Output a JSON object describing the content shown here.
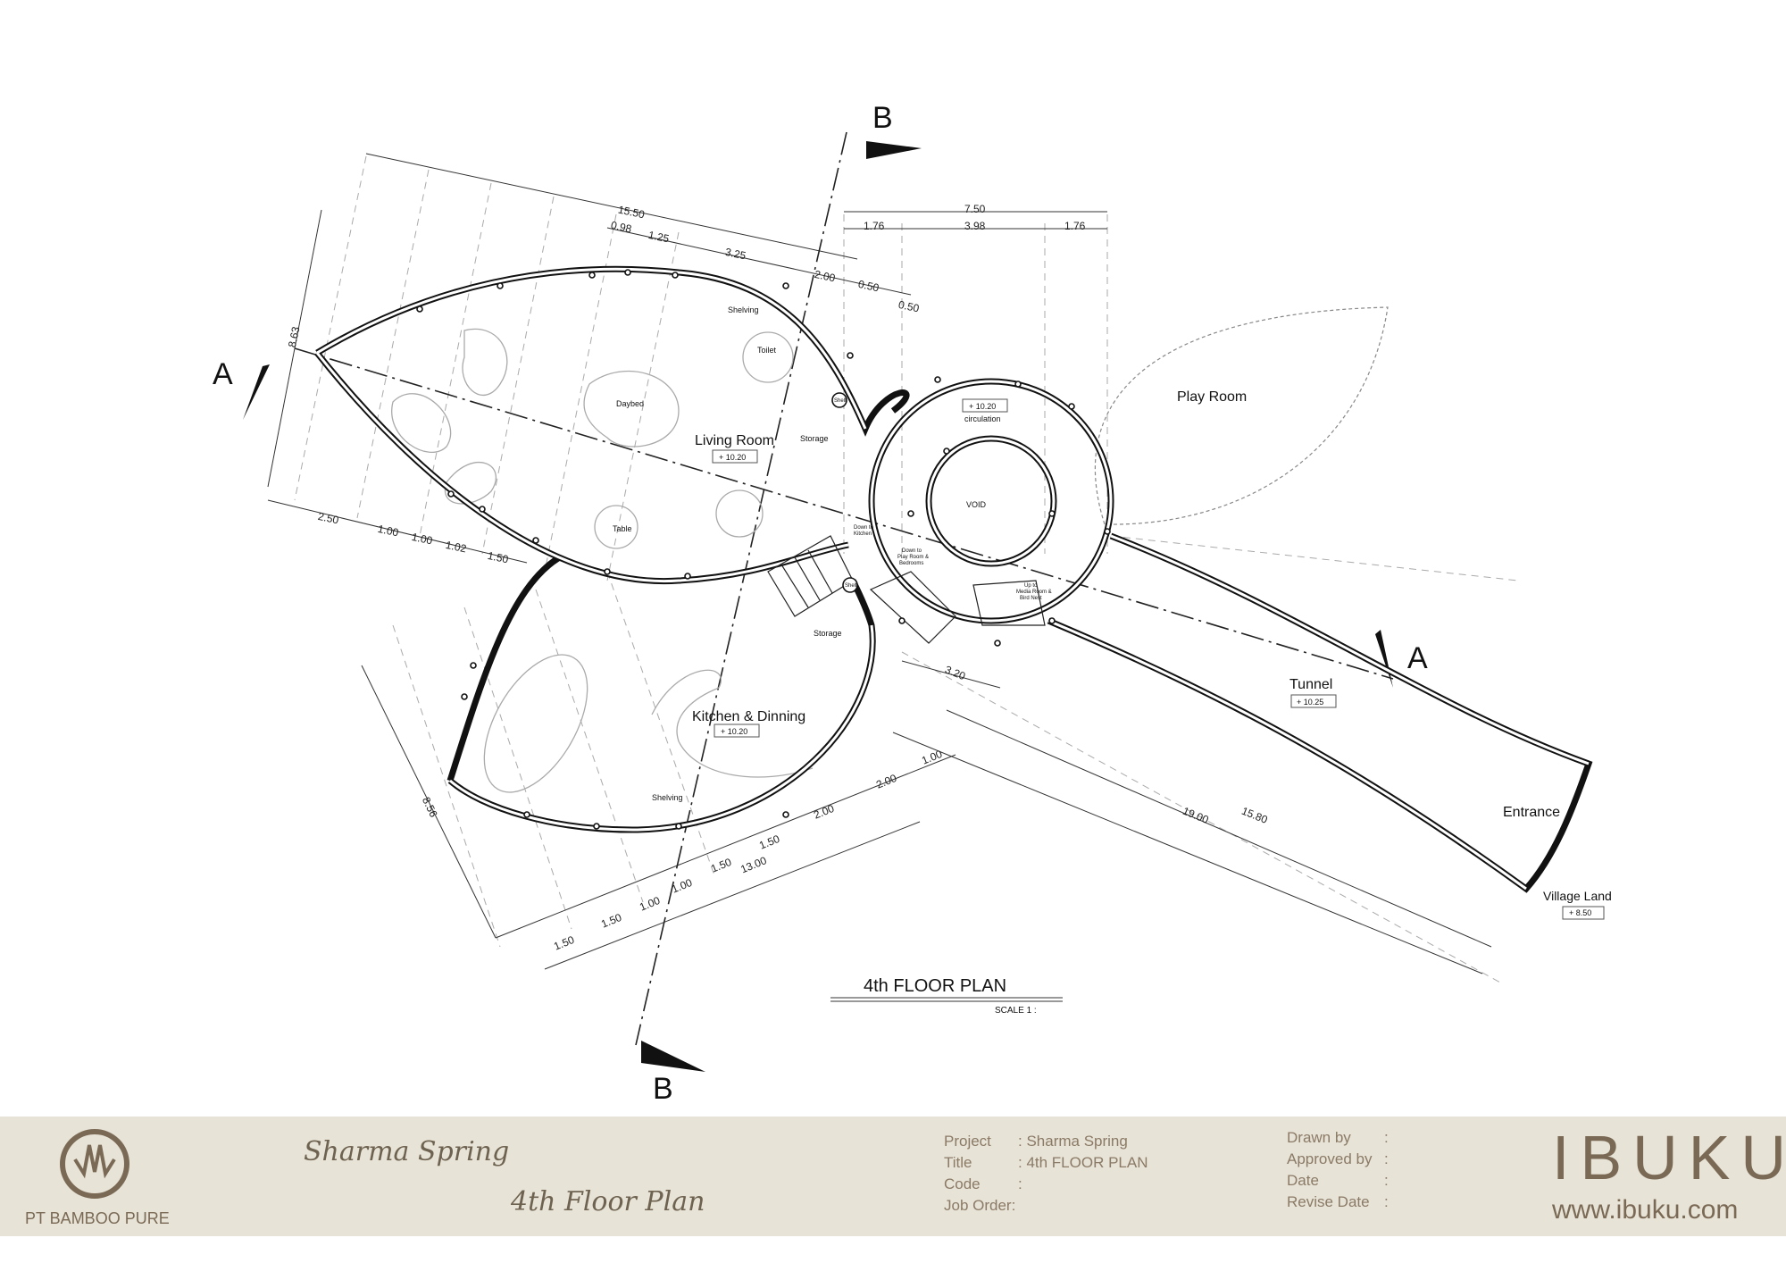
{
  "plan": {
    "title": "4th FLOOR PLAN",
    "scale": "SCALE 1 :",
    "section_markers": {
      "b_top": "B",
      "b_bottom": "B",
      "a_left": "A",
      "a_right": "A"
    },
    "rooms": {
      "living": {
        "name": "Living Room",
        "level": "+ 10.20"
      },
      "circulation": {
        "level": "+ 10.20",
        "name": "circulation"
      },
      "void": "VOID",
      "play": "Play Room",
      "kitchen": {
        "name": "Kitchen & Dinning",
        "level": "+ 10.20"
      },
      "tunnel": {
        "name": "Tunnel",
        "level": "+ 10.25"
      },
      "entrance": "Entrance",
      "village": {
        "name": "Village Land",
        "level": "+ 8.50"
      }
    },
    "furniture": {
      "shelving_top": "Shelving",
      "toilet": "Toilet",
      "daybed": "Daybed",
      "storage_top": "Storage",
      "table": "Table",
      "storage_bottom": "Storage",
      "shelving_bottom": "Shelving",
      "shelf_1": "Shelf",
      "shelf_2": "Shelf"
    },
    "stairs": {
      "down_kitchen": [
        "Down to",
        "Kitchen"
      ],
      "down_play": [
        "Down to",
        "Play Room &",
        "Bedrooms"
      ],
      "up_media": [
        "Up to",
        "Media Room &",
        "Bird Nest"
      ]
    },
    "dimensions": {
      "top_total": "15.50",
      "top_a": "0.98",
      "top_b": "1.25",
      "top_c": "3.25",
      "top_d": "2.00",
      "top_e": "0.50",
      "top_f": "0.50",
      "circ_total": "7.50",
      "circ_a": "1.76",
      "circ_b": "3.98",
      "circ_c": "1.76",
      "left_height": "8.63",
      "living_a": "2.50",
      "living_b": "1.00",
      "living_c": "1.00",
      "living_d": "1.02",
      "living_e": "1.50",
      "tunnel_a": "3.20",
      "tunnel_b": "19.00",
      "tunnel_c": "15.80",
      "kitchen_height": "8.56",
      "k_a": "1.00",
      "k_b": "2.00",
      "k_c": "2.00",
      "k_d": "1.50",
      "k_total": "13.00",
      "k_e": "1.50",
      "k_f": "1.00",
      "k_g": "1.00",
      "k_h": "1.50",
      "k_i": "1.50"
    }
  },
  "titleblock": {
    "company": "PT BAMBOO PURE",
    "project_script": "Sharma Spring",
    "title_script": "4th Floor Plan",
    "fields": [
      {
        "label": "Project",
        "value": ": Sharma Spring"
      },
      {
        "label": "Title",
        "value": ": 4th FLOOR PLAN"
      },
      {
        "label": "Code",
        "value": ":"
      },
      {
        "label": "Job Order:",
        "value": ""
      }
    ],
    "signoff": [
      {
        "label": "Drawn by",
        "value": ":"
      },
      {
        "label": "Approved by",
        "value": ":"
      },
      {
        "label": "Date",
        "value": ":"
      },
      {
        "label": "Revise Date",
        "value": ":"
      }
    ],
    "brand": "IBUKU",
    "website": "www.ibuku.com",
    "accent": "#7a6a55",
    "background": "#e8e3d7"
  }
}
